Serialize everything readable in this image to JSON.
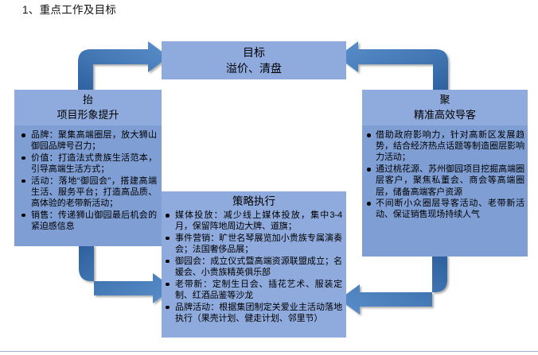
{
  "slide": {
    "title": "1、重点工作及目标",
    "colors": {
      "box_header_fill": "#8faadc",
      "box_body_fill": "#7f9ed4",
      "arrow_fill": "#4a7ebb",
      "arrow_fill_dark": "#2e5f9e",
      "rule": "#9aaed0",
      "text": "#000000"
    }
  },
  "goal": {
    "line1": "目标",
    "line2": "溢价、清盘"
  },
  "left_pillar": {
    "head_line1": "抬",
    "head_line2": "项目形象提升",
    "bullets": [
      "品牌：聚集高端圈层，放大狮山御园品牌号召力；",
      "价值：打造法式贵族生活范本，引导高端生活方式；",
      "活动：落地“御园会”，搭建高端生活、服务平台；打造高品质、高体验的老带新活动；",
      "销售：传递狮山御园最后机会的紧迫感信息"
    ]
  },
  "right_pillar": {
    "head_line1": "聚",
    "head_line2": "精准高效导客",
    "bullets": [
      "借助政府影响力，针对高新区发展趋势，结合经济热点话题等制造圈层影响力活动；",
      "通过桃花源、苏州御园项目挖掘高端圈层客户，聚焦私董会、商会等高端圈层，储备高端客户资源",
      "不间断小众圈层导客活动、老带新活动、保证销售现场持续人气"
    ]
  },
  "center": {
    "title": "策略执行",
    "bullets": [
      "媒体投放：减少线上媒体投放，集中3-4月，保留阵地周边大牌、道旗；",
      "事件营销：旷世名琴展览加小贵族专属演奏会；法国奢侈品展；",
      "御园会：成立仪式暨高端资源联盟成立；名媛会、小贵族精英俱乐部",
      "老带新：定制生日会、插花艺术、服装定制、红酒品鉴等沙龙",
      "品牌活动：根据集团制定关爱业主活动落地执行（果壳计划、健走计划、邻里节）"
    ]
  },
  "arrows": [
    {
      "name": "arrow-left-pillar-to-goal",
      "direction": "up-right"
    },
    {
      "name": "arrow-right-pillar-to-goal",
      "direction": "up-left"
    },
    {
      "name": "arrow-left-pillar-to-center",
      "direction": "down-right"
    },
    {
      "name": "arrow-right-pillar-to-center",
      "direction": "down-left"
    }
  ]
}
